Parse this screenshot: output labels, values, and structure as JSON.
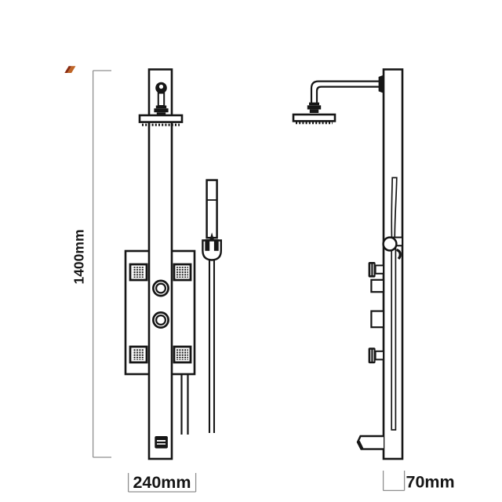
{
  "page": {
    "background_color": "#ffffff",
    "description": "Shower panel technical dimension drawing with front view and side view"
  },
  "drawing": {
    "ink_color": "#161616",
    "dimension_line_color": "#8f8f8f",
    "labels": {
      "height": "1400mm",
      "width": "240mm",
      "depth": "70mm"
    },
    "logo_fragment_colors": {
      "left": "#8a2d12",
      "right": "#bf6526"
    },
    "front_view_parts": [
      "ball-joint",
      "shower-arm-stem",
      "rain-shower-head",
      "panel-column",
      "body-jet x4",
      "control-knob x2",
      "hand-shower-wand",
      "hand-shower-holder",
      "hand-shower-hose",
      "supply-hose",
      "outlet-spout"
    ],
    "side_view_parts": [
      "shower-arm",
      "wall-flange",
      "rain-shower-head",
      "panel-profile",
      "hose-slot",
      "hand-shower-wand",
      "holder-and-hook",
      "knurled-knob x2",
      "square-knob x2",
      "tub-spout"
    ]
  }
}
